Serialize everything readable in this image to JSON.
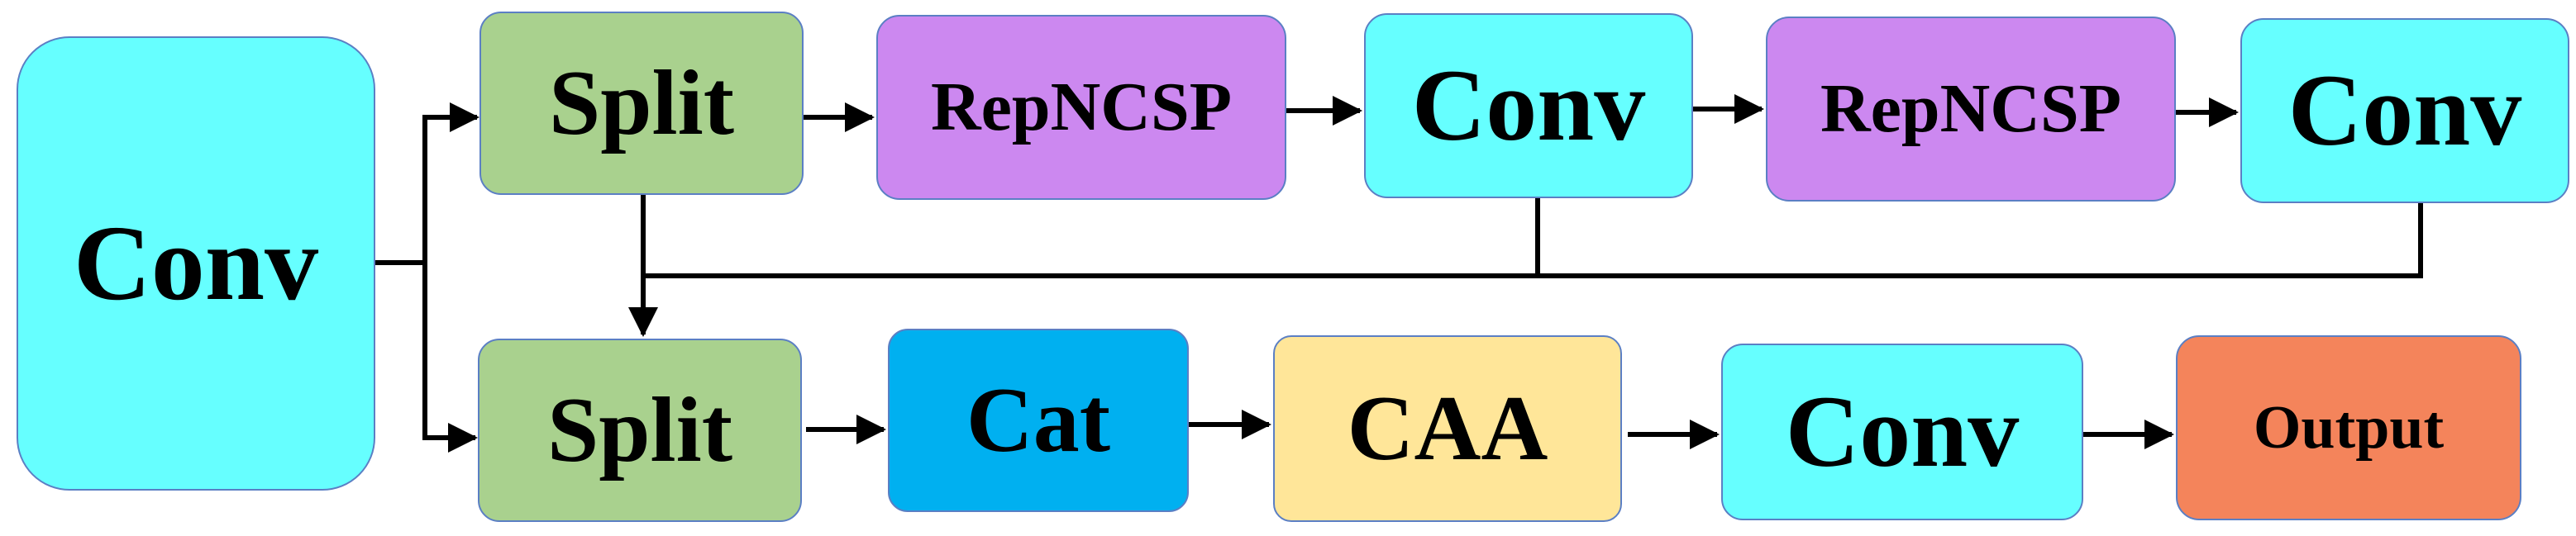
{
  "nodes": {
    "conv_main": "Conv",
    "split_top": "Split",
    "repncsp_1": "RepNCSP",
    "conv_top_1": "Conv",
    "repncsp_2": "RepNCSP",
    "conv_top_2": "Conv",
    "split_bottom": "Split",
    "cat": "Cat",
    "caa": "CAA",
    "conv_bottom": "Conv",
    "output": "Output"
  },
  "colors": {
    "conv": "#66ffff",
    "split": "#a9d18e",
    "repncsp": "#cc88f0",
    "cat": "#00b0f0",
    "caa": "#ffe699",
    "output": "#f4845b",
    "border": "#5b7fc4",
    "line": "#000000"
  },
  "edges": [
    [
      "conv_main",
      "split_top"
    ],
    [
      "conv_main",
      "split_bottom"
    ],
    [
      "split_top",
      "repncsp_1"
    ],
    [
      "repncsp_1",
      "conv_top_1"
    ],
    [
      "conv_top_1",
      "repncsp_2"
    ],
    [
      "repncsp_2",
      "conv_top_2"
    ],
    [
      "split_top",
      "split_bottom"
    ],
    [
      "conv_top_1",
      "split_bottom"
    ],
    [
      "conv_top_2",
      "split_bottom"
    ],
    [
      "split_bottom",
      "cat"
    ],
    [
      "cat",
      "caa"
    ],
    [
      "caa",
      "conv_bottom"
    ],
    [
      "conv_bottom",
      "output"
    ]
  ]
}
